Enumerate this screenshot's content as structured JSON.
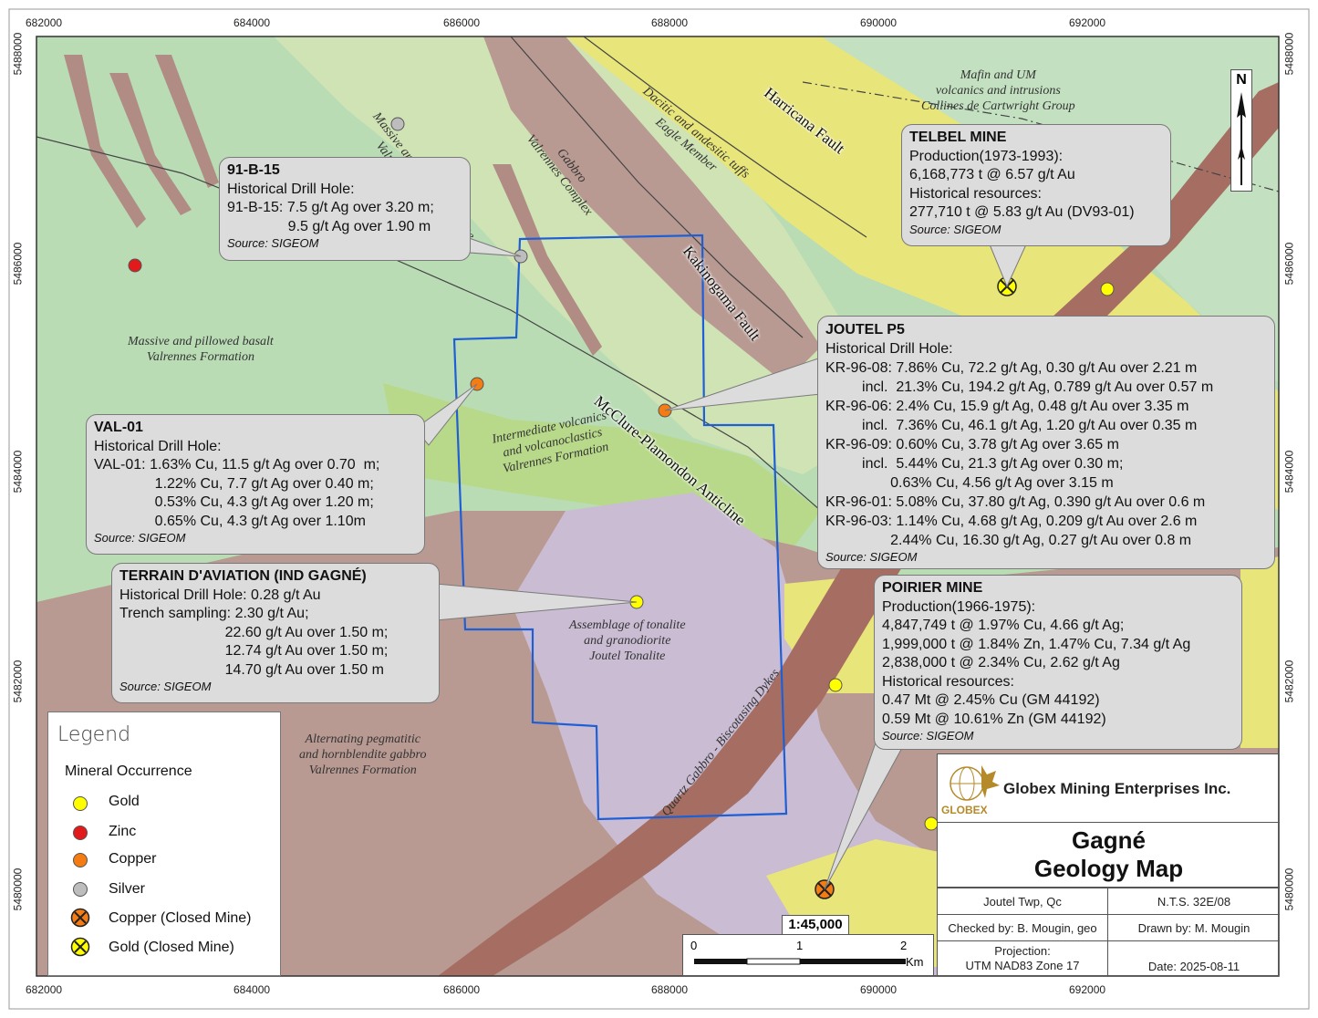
{
  "coords": {
    "top_x": [
      "682000",
      "684000",
      "686000",
      "688000",
      "690000",
      "692000"
    ],
    "bottom_x": [
      "682000",
      "684000",
      "686000",
      "688000",
      "690000",
      "692000"
    ],
    "left_y": [
      "5488000",
      "5486000",
      "5484000",
      "5482000",
      "5480000"
    ],
    "right_y": [
      "5488000",
      "5486000",
      "5484000",
      "5482000",
      "5480000"
    ]
  },
  "geology_labels": {
    "basalt": [
      "Massive and pillowed basalt",
      "Valrennes Formation"
    ],
    "andesite": [
      "Massive and pillowed andesite",
      "Valrennes Formation"
    ],
    "gabbro": [
      "Gabbro",
      "Valrennes Complex"
    ],
    "tuffs": [
      "Dacitic and andesitic tuffs",
      "Eagle Member"
    ],
    "mafic": [
      "Mafin and UM",
      "volcanics and intrusions",
      "Collines de Cartwright Group"
    ],
    "intermediate": [
      "Intermediate volcanics",
      "and volcanoclastics",
      "Valrennes Formation"
    ],
    "tonalite": [
      "Assemblage of tonalite",
      "and granodiorite",
      "Joutel Tonalite"
    ],
    "pegmatitic": [
      "Alternating pegmatitic",
      "and hornblendite gabbro",
      "Valrennes Formation"
    ],
    "dykes": "Quartz Gabbro - Biscotasing Dykes"
  },
  "faults": {
    "harricana": "Harricana Fault",
    "kakinogama": "Kakinogama Fault",
    "mcclure": "McClure-Plamondon Anticline"
  },
  "callouts": {
    "b15": {
      "title": "91-B-15",
      "lines": [
        "Historical Drill Hole:",
        "91-B-15: 7.5 g/t Ag over 3.20 m;",
        "               9.5 g/t Ag over 1.90 m"
      ],
      "source": "Source: SIGEOM"
    },
    "telbel": {
      "title": "TELBEL MINE",
      "lines": [
        "Production(1973-1993):",
        "6,168,773 t @ 6.57 g/t Au",
        "Historical resources:",
        "277,710 t @ 5.83 g/t Au (DV93-01)"
      ],
      "source": "Source: SIGEOM"
    },
    "joutel": {
      "title": "JOUTEL P5",
      "lines": [
        "Historical Drill Hole:",
        "KR-96-08: 7.86% Cu, 72.2 g/t Ag, 0.30 g/t Au over 2.21 m",
        "         incl.  21.3% Cu, 194.2 g/t Ag, 0.789 g/t Au over 0.57 m",
        "KR-96-06: 2.4% Cu, 15.9 g/t Ag, 0.48 g/t Au over 3.35 m",
        "         incl.  7.36% Cu, 46.1 g/t Ag, 1.20 g/t Au over 0.35 m",
        "KR-96-09: 0.60% Cu, 3.78 g/t Ag over 3.65 m",
        "         incl.  5.44% Cu, 21.3 g/t Ag over 0.30 m;",
        "                0.63% Cu, 4.56 g/t Ag over 3.15 m",
        "KR-96-01: 5.08% Cu, 37.80 g/t Ag, 0.390 g/t Au over 0.6 m",
        "KR-96-03: 1.14% Cu, 4.68 g/t Ag, 0.209 g/t Au over 2.6 m",
        "                2.44% Cu, 16.30 g/t Ag, 0.27 g/t Au over 0.8 m"
      ],
      "source": "Source: SIGEOM"
    },
    "val01": {
      "title": "VAL-01",
      "lines": [
        "Historical Drill Hole:",
        "VAL-01: 1.63% Cu, 11.5 g/t Ag over 0.70  m;",
        "               1.22% Cu, 7.7 g/t Ag over 0.40 m;",
        "               0.53% Cu, 4.3 g/t Ag over 1.20 m;",
        "               0.65% Cu, 4.3 g/t Ag over 1.10m"
      ],
      "source": "Source: SIGEOM"
    },
    "terrain": {
      "title": "TERRAIN D'AVIATION (IND GAGNÉ)",
      "lines": [
        "Historical Drill Hole: 0.28 g/t Au",
        "Trench sampling: 2.30 g/t Au;",
        "                          22.60 g/t Au over 1.50 m;",
        "                          12.74 g/t Au over 1.50 m;",
        "                          14.70 g/t Au over 1.50 m"
      ],
      "source": "Source: SIGEOM"
    },
    "poirier": {
      "title": "POIRIER MINE",
      "lines": [
        "Production(1966-1975):",
        "4,847,749 t @ 1.97% Cu, 4.66 g/t Ag;",
        "1,999,000 t @ 1.84% Zn, 1.47% Cu, 7.34 g/t Ag",
        "2,838,000 t @ 2.34% Cu, 2.62 g/t Ag",
        "Historical resources:",
        "0.47 Mt @ 2.45% Cu (GM 44192)",
        "0.59 Mt @ 10.61% Zn (GM 44192)"
      ],
      "source": "Source: SIGEOM"
    }
  },
  "legend": {
    "title": "Legend",
    "subtitle": "Mineral Occurrence",
    "items": [
      {
        "label": "Gold",
        "color": "#ffff00",
        "mine": false
      },
      {
        "label": "Zinc",
        "color": "#e31a1c",
        "mine": false
      },
      {
        "label": "Copper",
        "color": "#f57c12",
        "mine": false
      },
      {
        "label": "Silver",
        "color": "#bdbdbd",
        "mine": false
      },
      {
        "label": "Copper (Closed Mine)",
        "color": "#f57c12",
        "mine": true
      },
      {
        "label": "Gold (Closed Mine)",
        "color": "#ffff00",
        "mine": true
      }
    ]
  },
  "titleblock": {
    "company": "Globex Mining Enterprises Inc.",
    "logo_text": "GLOBEX",
    "map_title_1": "Gagné",
    "map_title_2": "Geology Map",
    "township": "Joutel Twp, Qc",
    "nts": "N.T.S. 32E/08",
    "checked": "Checked by: B. Mougin, geo",
    "drawn": "Drawn by: M. Mougin",
    "projection_1": "Projection:",
    "projection_2": "UTM NAD83 Zone 17",
    "date": "Date: 2025-08-11"
  },
  "scale": {
    "ratio": "1:45,000",
    "ticks": [
      "0",
      "1",
      "2"
    ],
    "unit": "Km"
  },
  "north": "N",
  "colors": {
    "mafic_green": "#b9dcb5",
    "andesite_green": "#cfe3b5",
    "intermediate_green": "#b8d98a",
    "tuff_yellow": "#e8e57a",
    "gabbro_brown": "#b89a92",
    "tonalite_purple": "#c9bcd3",
    "dyke_brown": "#a66e63",
    "property_blue": "#1f5fd6"
  }
}
